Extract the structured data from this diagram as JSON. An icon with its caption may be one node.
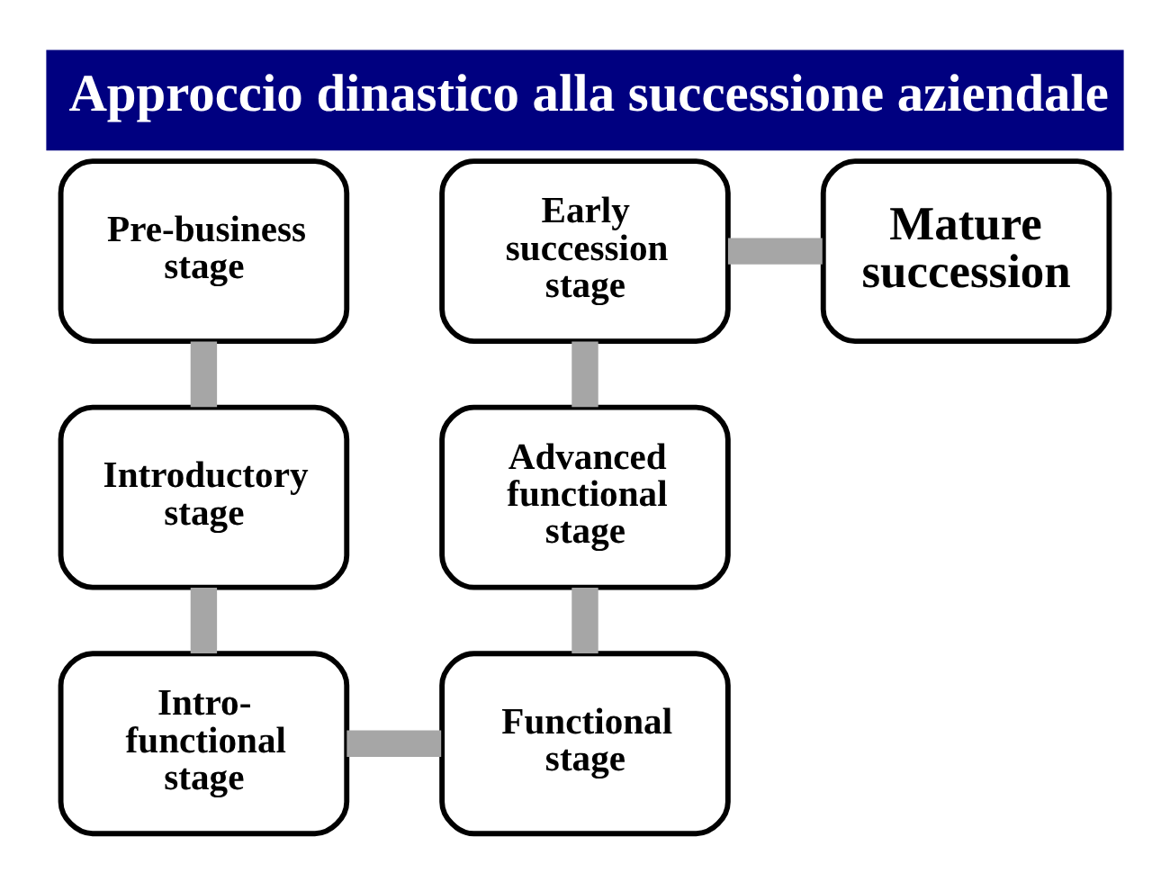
{
  "diagram": {
    "title": "Approccio dinastico alla successione aziendale",
    "nodes": [
      {
        "text": [
          "Pre-business stage"
        ]
      },
      {
        "text": [
          "Introductory stage"
        ]
      },
      {
        "text": [
          "Intro-functional stage"
        ]
      },
      {
        "text": [
          "Functional stage"
        ]
      },
      {
        "text": [
          "Advanced functional stage"
        ]
      },
      {
        "text": [
          "Early succession stage"
        ]
      },
      {
        "text": [
          "Mature succession"
        ]
      }
    ],
    "edges": [
      {
        "from": 0,
        "to": 1,
        "arrow": "none"
      },
      {
        "from": 1,
        "to": 2,
        "arrow": "none"
      },
      {
        "from": 2,
        "to": 3,
        "arrow": "none"
      },
      {
        "from": 3,
        "to": 4,
        "arrow": "none"
      },
      {
        "from": 4,
        "to": 5,
        "arrow": "none"
      },
      {
        "from": 5,
        "to": 6,
        "arrow": "none"
      }
    ]
  }
}
